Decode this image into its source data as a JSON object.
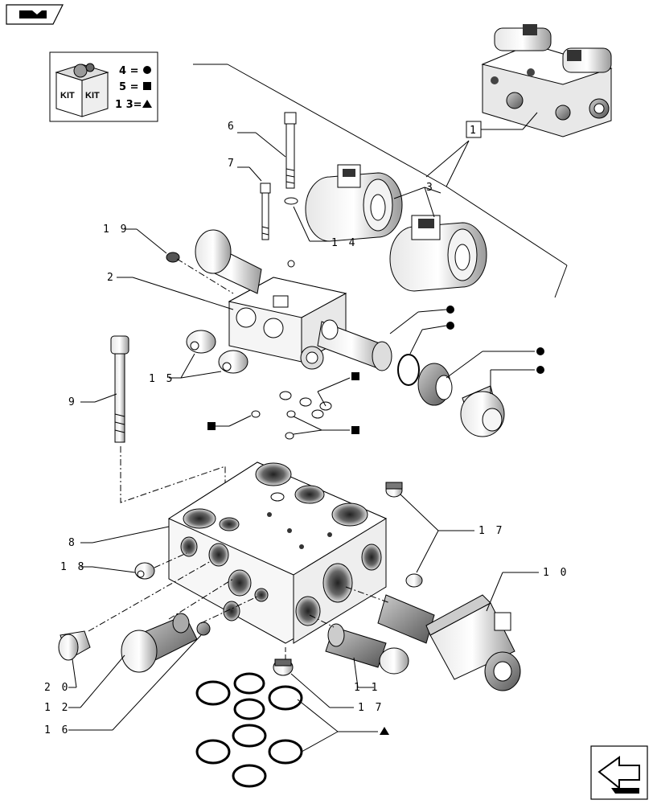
{
  "callouts": {
    "n1": "1",
    "n2": "2",
    "n3": "3",
    "n6": "6",
    "n7": "7",
    "n8": "8",
    "n9": "9",
    "n10": "1 0",
    "n11": "1 1",
    "n12": "1 2",
    "n14": "1 4",
    "n15": "1 5",
    "n16": "1 6",
    "n17a": "1 7",
    "n17b": "1 7",
    "n18": "1 8",
    "n19": "1 9",
    "n20": "2 0"
  },
  "kit_legend": {
    "kit_text_left": "KIT",
    "kit_text_right": "KIT",
    "rows": [
      {
        "num": "4 =",
        "symbol": "circle"
      },
      {
        "num": "5 =",
        "symbol": "square"
      },
      {
        "num": "1 3=",
        "symbol": "triangle"
      }
    ]
  },
  "icons": [
    "book-icon",
    "next-page-arrow-icon"
  ]
}
